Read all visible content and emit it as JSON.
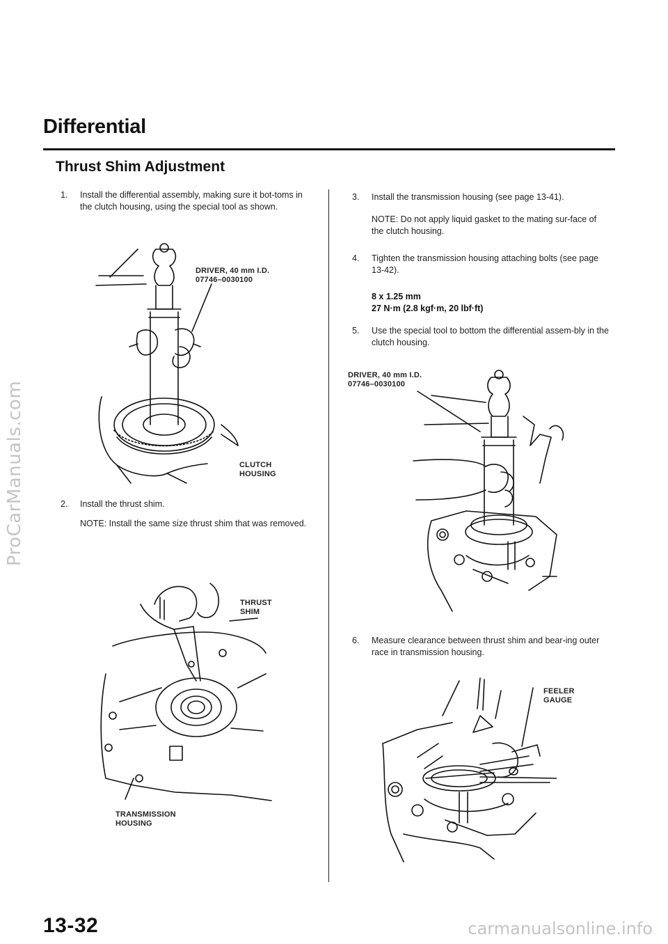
{
  "watermark": {
    "side": "ProCarManuals.com",
    "bottom": "carmanualsonline.info"
  },
  "header": {
    "section": "Differential",
    "subsection": "Thrust Shim Adjustment"
  },
  "steps": [
    {
      "num": "1.",
      "text": "Install the differential assembly, making sure it bot-toms in the clutch housing, using the special tool as shown."
    },
    {
      "num": "2.",
      "text": "Install the thrust shim.",
      "note": "NOTE: Install the same size thrust shim that was removed."
    },
    {
      "num": "3.",
      "text": "Install the transmission housing (see page 13-41).",
      "note": "NOTE: Do not apply liquid gasket to the mating sur-face of the clutch housing."
    },
    {
      "num": "4.",
      "text": "Tighten the transmission housing attaching bolts (see page 13-42).",
      "spec_line1": "8 x 1.25 mm",
      "spec_line2": "27 N·m (2.8 kgf·m, 20 lbf·ft)"
    },
    {
      "num": "5.",
      "text": "Use the special tool to bottom the differential assem-bly in the clutch housing."
    },
    {
      "num": "6.",
      "text": "Measure clearance between thrust shim and bear-ing outer race in transmission housing."
    }
  ],
  "figures": {
    "fig1": {
      "tool_line1": "DRIVER, 40 mm I.D.",
      "tool_line2": "07746–0030100",
      "part_line1": "CLUTCH",
      "part_line2": "HOUSING"
    },
    "fig2": {
      "part_line1": "THRUST",
      "part_line2": "SHIM",
      "housing_line1": "TRANSMISSION",
      "housing_line2": "HOUSING"
    },
    "fig3": {
      "tool_line1": "DRIVER, 40 mm I.D.",
      "tool_line2": "07746–0030100"
    },
    "fig4": {
      "tool_line1": "FEELER",
      "tool_line2": "GAUGE"
    }
  },
  "footer": {
    "page_number": "13-32"
  }
}
